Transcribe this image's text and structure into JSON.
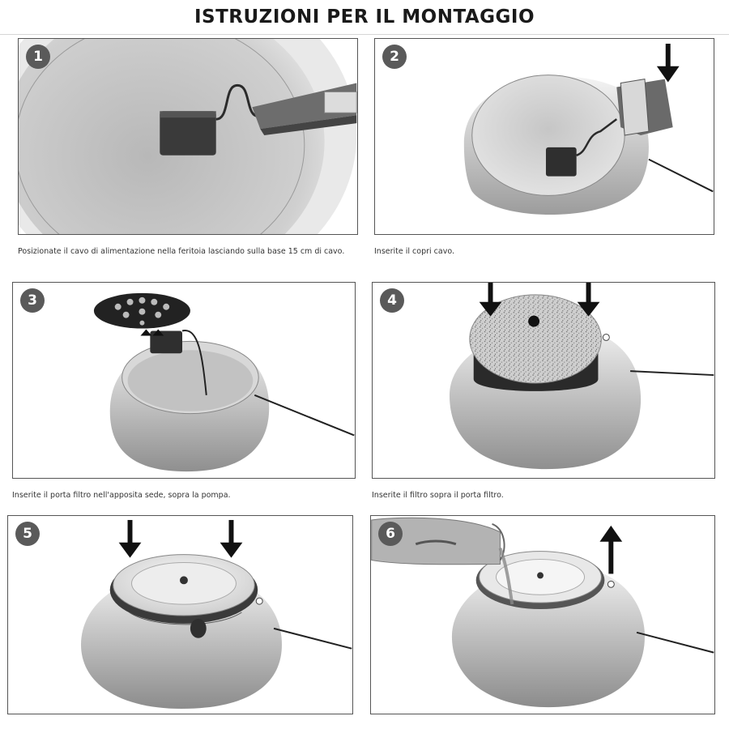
{
  "page": {
    "title": "ISTRUZIONI PER IL MONTAGGIO"
  },
  "steps": [
    {
      "number": "1",
      "caption": "Posizionate il cavo di alimentazione nella feritoia lasciando sulla base 15 cm di cavo.",
      "illustration": "pump-in-bowl-cable-in-slot"
    },
    {
      "number": "2",
      "caption": "Inserite il copri cavo.",
      "illustration": "cable-cover-insertion",
      "icon": "arrow-down-icon"
    },
    {
      "number": "3",
      "caption": "Inserite il porta filtro nell'apposita sede, sopra la pompa.",
      "illustration": "filter-holder-over-pump"
    },
    {
      "number": "4",
      "caption": "Inserite il filtro sopra il porta filtro.",
      "illustration": "sponge-filter-insertion",
      "icon": "arrow-down-icon"
    },
    {
      "number": "5",
      "caption": "",
      "illustration": "top-cover-insertion",
      "icon": "arrow-down-icon"
    },
    {
      "number": "6",
      "caption": "",
      "illustration": "pouring-water",
      "icon": "arrow-up-icon"
    }
  ]
}
